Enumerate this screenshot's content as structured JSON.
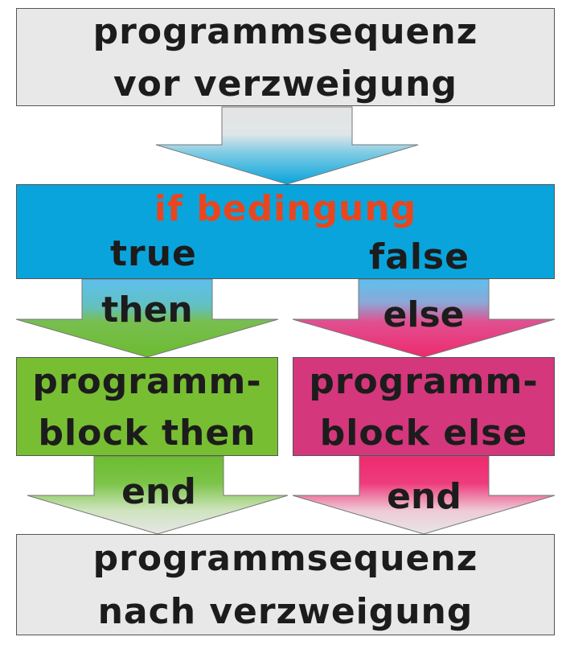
{
  "diagram": {
    "start_block": {
      "line1": "programmsequenz",
      "line2": "vor verzweigung"
    },
    "condition": {
      "label": "if bedingung",
      "true_label": "true",
      "false_label": "false"
    },
    "then_arrow": {
      "label": "then"
    },
    "else_arrow": {
      "label": "else"
    },
    "then_block": {
      "line1": "programm-",
      "line2": "block then"
    },
    "else_block": {
      "line1": "programm-",
      "line2": "block else"
    },
    "end_left": {
      "label": "end"
    },
    "end_right": {
      "label": "end"
    },
    "end_block": {
      "line1": "programmsequenz",
      "line2": "nach verzweigung"
    }
  },
  "colors": {
    "grey_box": "#e8e8e8",
    "condition_box": "#0aa4dc",
    "condition_text": "#e8461e",
    "then_box": "#78be32",
    "else_box": "#d4377c",
    "text": "#1c1c1c"
  }
}
